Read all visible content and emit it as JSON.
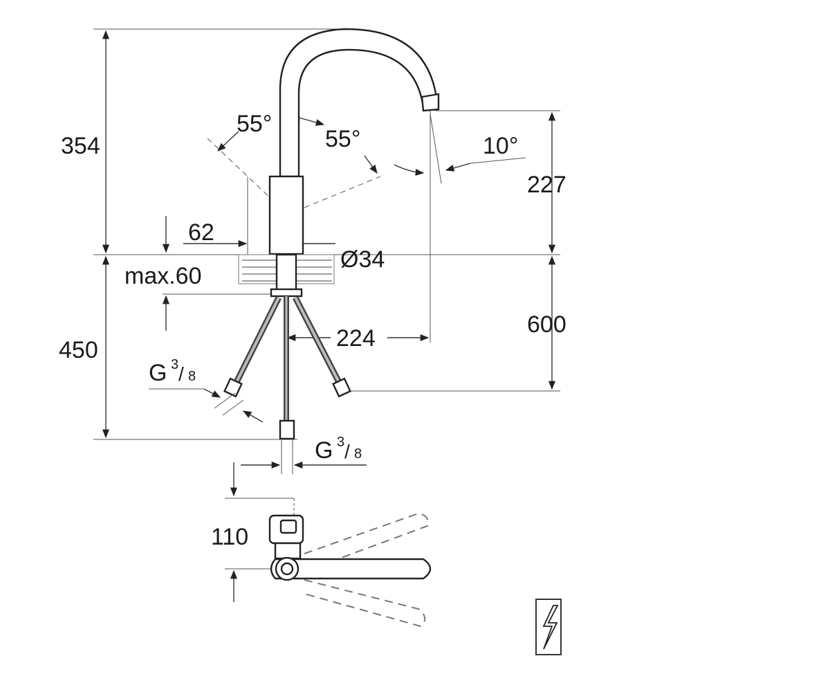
{
  "dimensions": {
    "total_height_top": "354",
    "spout_height": "227",
    "base_diameter": "62",
    "tube_diameter": "Ø34",
    "max_counter": "max.60",
    "hose_length_total": "600",
    "spout_reach": "224",
    "below_counter": "450",
    "lever_offset": "110",
    "rotation_left": "55°",
    "rotation_right": "55°",
    "spout_angle": "10°"
  },
  "connections": {
    "left": {
      "g": "G",
      "num": "3",
      "den": "8"
    },
    "bottom": {
      "g": "G",
      "num": "3",
      "den": "8"
    }
  },
  "icons": [
    "lightning-symbol-icon"
  ]
}
